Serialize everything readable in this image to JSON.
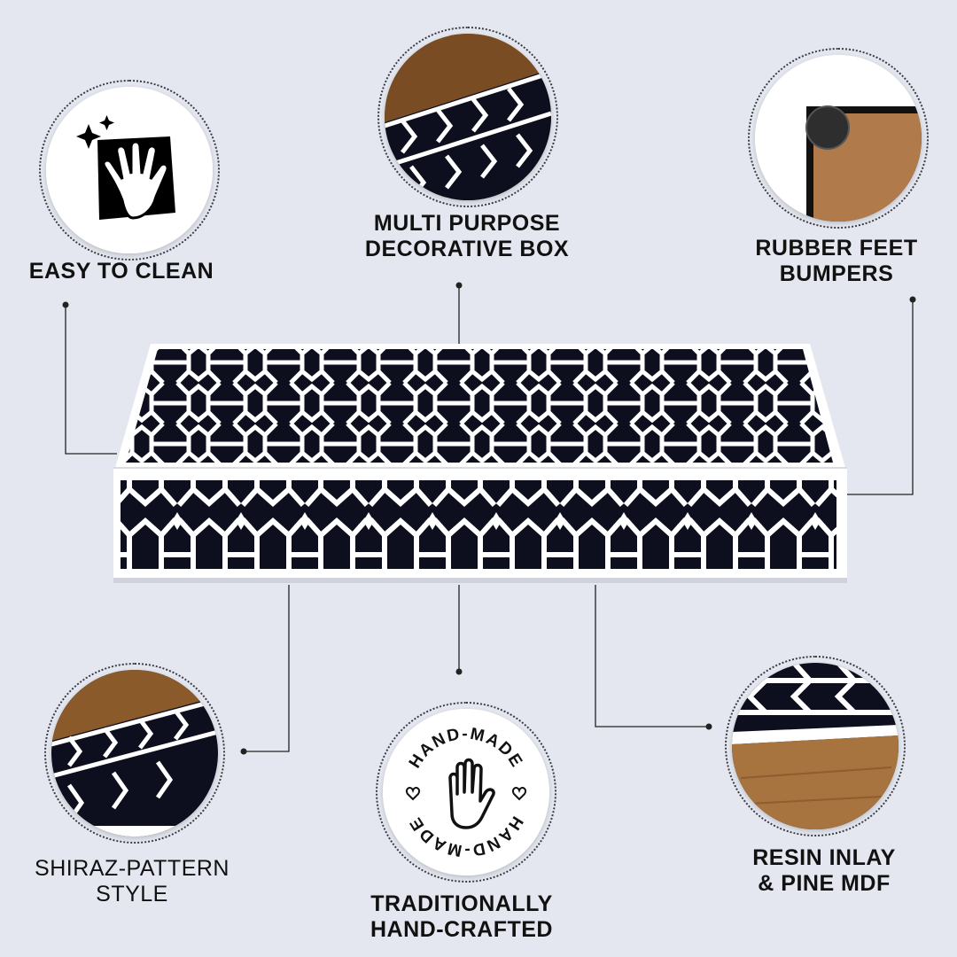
{
  "colors": {
    "background": "#e4e7ef",
    "pattern_dark": "#0d0f1e",
    "inlay": "#ffffff",
    "wood": "#a7733f",
    "text": "#111111"
  },
  "product": {
    "name": "decorative-box"
  },
  "features": {
    "easy_clean": {
      "line1": "EASY TO CLEAN",
      "icon": "cleaning-cloth-hand-icon"
    },
    "multi_purpose": {
      "line1": "MULTI PURPOSE",
      "line2": "DECORATIVE BOX"
    },
    "rubber_feet": {
      "line1": "RUBBER FEET",
      "line2": "BUMPERS"
    },
    "shiraz": {
      "line1": "SHIRAZ-PATTERN",
      "line2": "STYLE"
    },
    "handcrafted": {
      "line1": "TRADITIONALLY",
      "line2": "HAND-CRAFTED",
      "stamp_text": "HAND-MADE",
      "icon": "hand-icon"
    },
    "resin": {
      "line1": "RESIN INLAY",
      "line2": "& PINE MDF"
    }
  }
}
